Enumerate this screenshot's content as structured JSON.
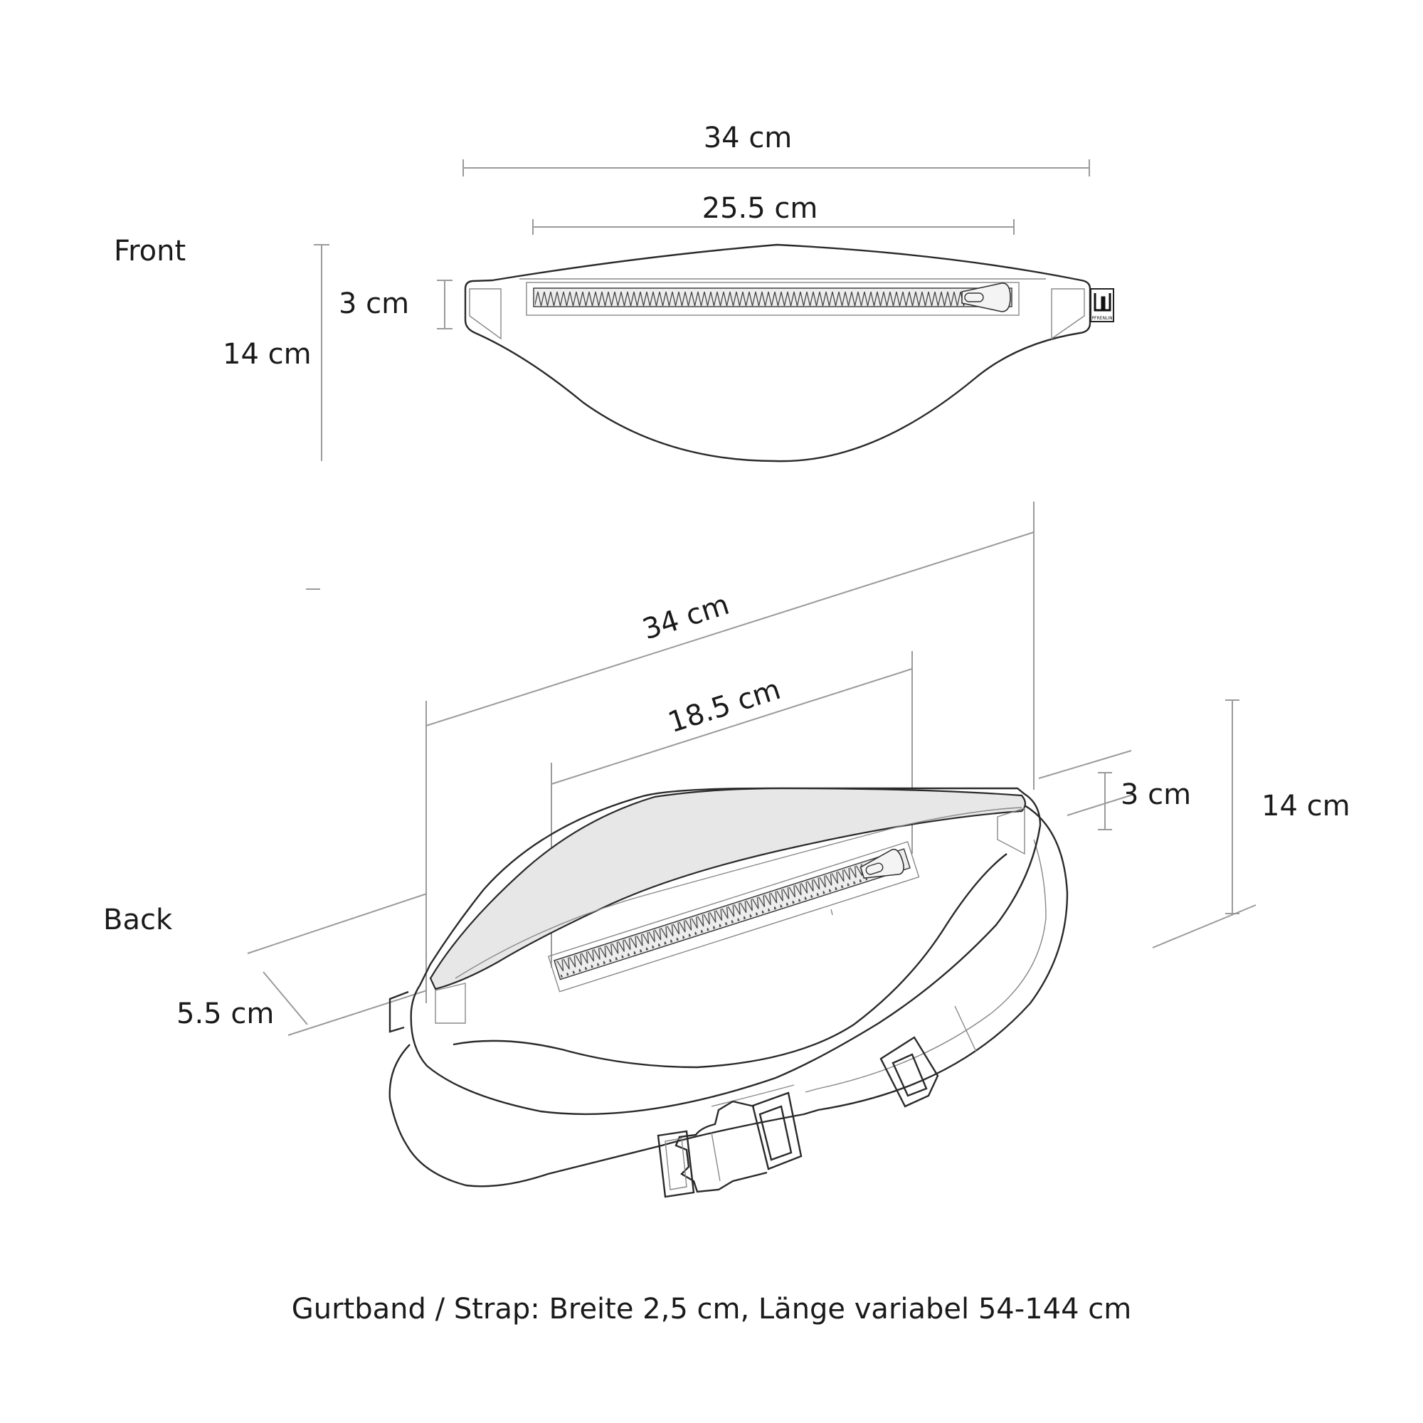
{
  "views": {
    "front": "Front",
    "back": "Back"
  },
  "front_dims": {
    "width": "34 cm",
    "zip_length": "25.5 cm",
    "zip_height": "3 cm",
    "height": "14 cm"
  },
  "back_dims": {
    "width": "34 cm",
    "zip_length": "18.5 cm",
    "zip_height": "3 cm",
    "height": "14 cm",
    "depth": "5.5 cm"
  },
  "strap_note": "Gurtband / Strap: Breite 2,5 cm, Länge variabel 54-144 cm",
  "logo_text": "PFRENLIN",
  "colors": {
    "line": "#2a2a2a",
    "dimension": "#9a9a9a",
    "zip_panel": "#e6e6e6"
  }
}
